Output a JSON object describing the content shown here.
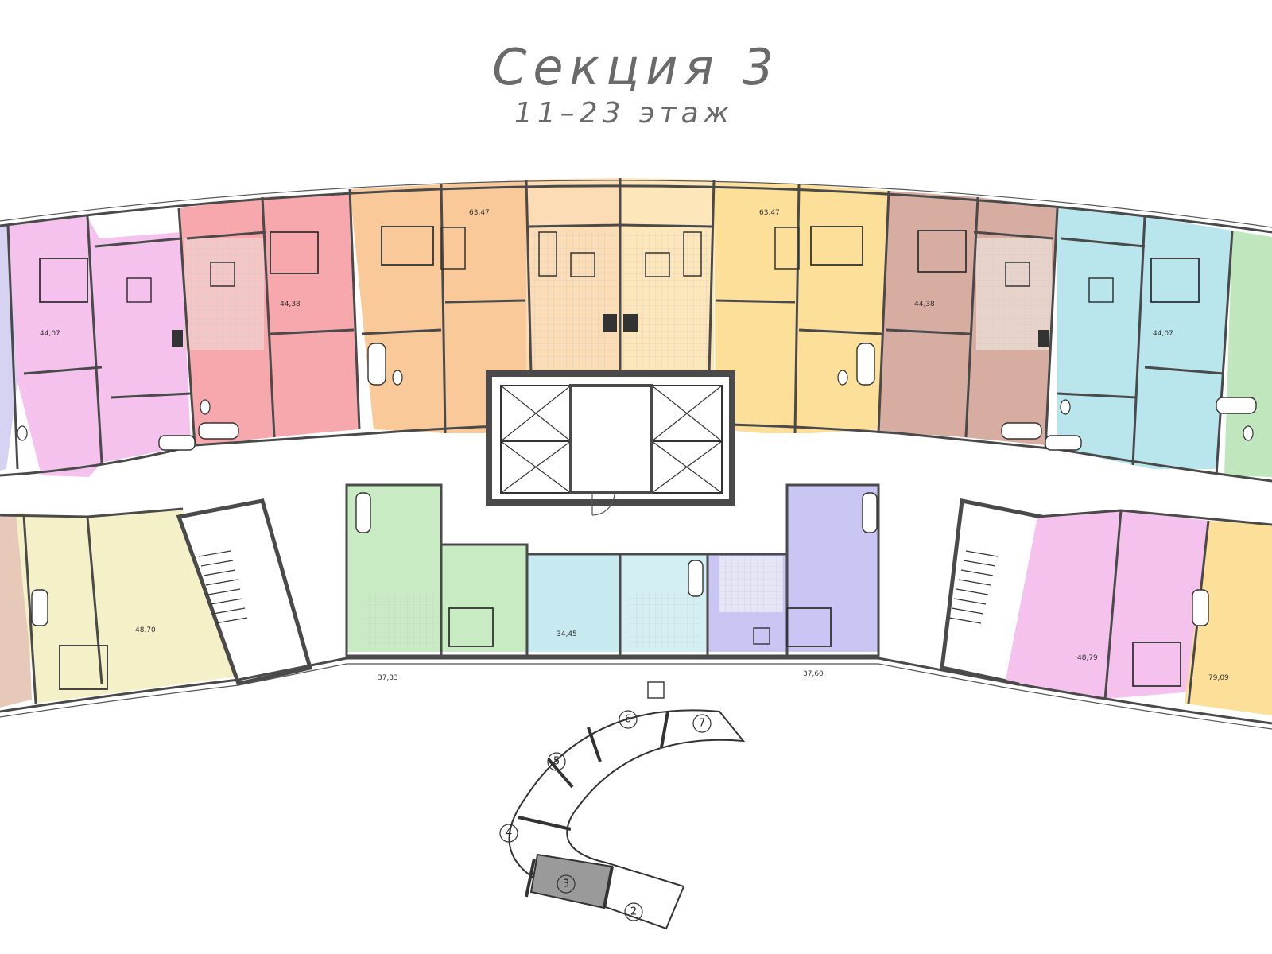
{
  "header": {
    "title": "Секция 3",
    "floors": "11–23 этаж"
  },
  "colors": {
    "pink": "#f5c2ee",
    "salmon": "#f7a8ad",
    "orange": "#f9c99a",
    "peach": "#fbdcb5",
    "yellow": "#fcdf98",
    "brown": "#d6ada0",
    "cyan": "#b9e6ec",
    "green": "#bfe6bd",
    "lightyellow": "#f4f1c9",
    "lightgreen": "#c8ebc4",
    "lightcyan": "#c6eaf0",
    "lavender": "#c9c6f3",
    "wall": "#4a4a4a",
    "highlight_section": "#9a9a9a"
  },
  "key_plan": {
    "sections": [
      "2",
      "3",
      "4",
      "5",
      "6",
      "7"
    ],
    "highlighted": "3"
  }
}
